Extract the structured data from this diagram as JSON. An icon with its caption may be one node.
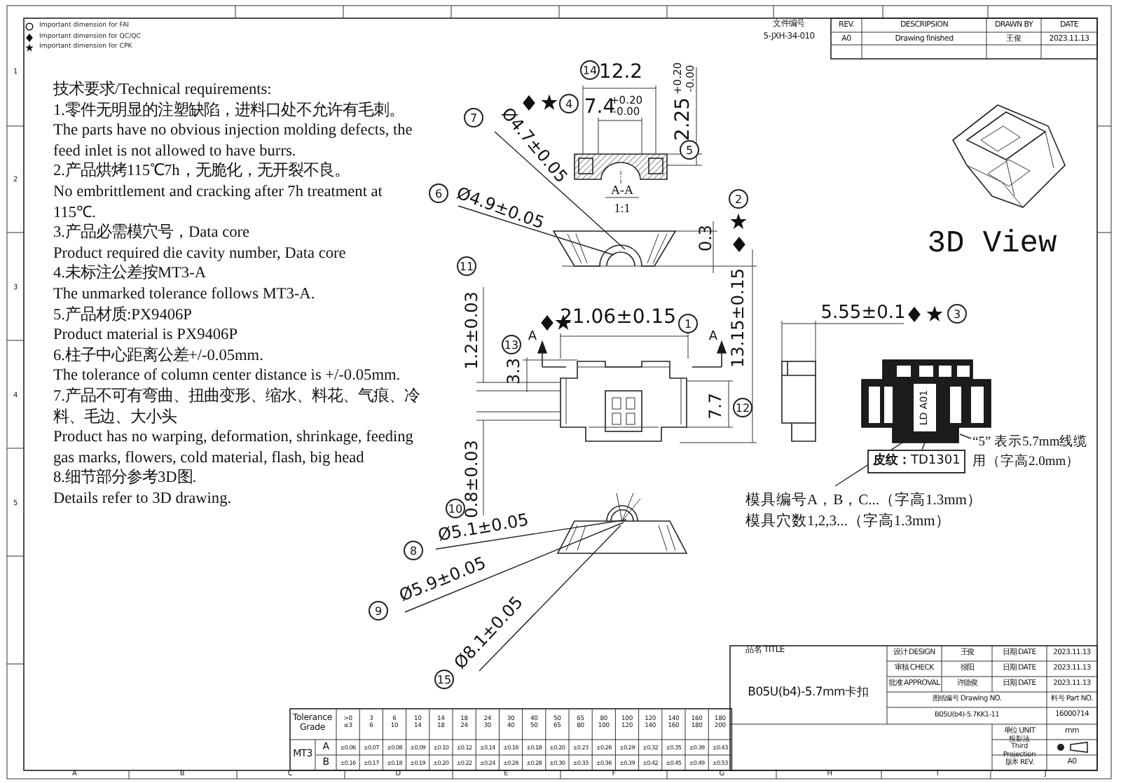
{
  "diagram": {
    "nodes": [
      {
        "text": [
          "Ø4.7±0.05"
        ]
      },
      {
        "text": [
          "Ø4.9±0.05"
        ]
      },
      {
        "text": [
          "Ø5.1±0.05"
        ]
      },
      {
        "text": [
          "Ø5.9±0.05"
        ]
      },
      {
        "text": [
          "Ø8.1±0.05"
        ]
      },
      {
        "text": [
          "模具编号A，B，C...（字高1.3mm）",
          "模具穴数1,2,3...（字高1.3mm）"
        ]
      },
      {
        "text": [
          "**皮纹：**TD1301"
        ]
      },
      {
        "text": [
          "“5” 表示5.7mm线缆用（字高2.0mm）"
        ]
      },
      {
        "text": [],
        "shape": "picture"
      },
      {
        "text": [],
        "shape": "picture"
      },
      {
        "text": [],
        "shape": "picture"
      }
    ],
    "edges": [
      {
        "from": 0,
        "to": 8,
        "arrow": "none"
      },
      {
        "from": 1,
        "to": 8,
        "arrow": "none"
      },
      {
        "from": 2,
        "to": 9,
        "arrow": "none"
      },
      {
        "from": 3,
        "to": 9,
        "arrow": "none"
      },
      {
        "from": 4,
        "to": 9,
        "arrow": "none"
      },
      {
        "from": 5,
        "to": 10,
        "arrow": "none"
      },
      {
        "from": 6,
        "to": 10,
        "arrow": "none"
      },
      {
        "from": 7,
        "to": 10,
        "arrow": "none"
      }
    ],
    "labels": [
      "技术要求/Technical requirements:",
      "1.零件无明显的注塑缺陷，进料口处不允许有毛刺。",
      "The parts have no obvious injection molding defects, the feed inlet is not allowed to have burrs.",
      "2.产品烘烤115℃7h，无脆化，无开裂不良。",
      "No embrittlement and cracking after 7h treatment at 115℃.",
      "3.产品必需模穴号，Data core",
      "Product required die cavity number, Data core",
      "4.未标注公差按MT3-A",
      "The unmarked tolerance follows MT3-A.",
      "5.产品材质:PX9406P",
      "Product material is PX9406P",
      "6.柱子中心距离公差+/-0.05mm.",
      "The tolerance of column center distance is +/-0.05mm.",
      "7.产品不可有弯曲、扭曲变形、缩水、料花、气痕、冷料、毛边、大小头",
      "Product has no warping, deformation, shrinkage, feeding gas marks, flowers, cold material, flash, big head",
      "8.细节部分参考3D图.",
      "Details refer to 3D drawing.",
      "文件编号",
      "5-JXH-34-010",
      "REV.",
      "DESCRIPSION",
      "DRAWN BY",
      "DATE",
      "A0",
      "Drawing finished",
      "王俊",
      "2023.11.13",
      "12.2",
      "7.4",
      "+0.20",
      "-0.00",
      "2.25",
      "+0.20",
      "-0.00",
      "A-A",
      "1:1",
      "0.3",
      "13.15±0.15",
      "21.06±0.15",
      "A",
      "A",
      "1.2±0.03",
      "3.3",
      "7.7",
      "0.8±0.03",
      "5.55±0.1",
      "3D View",
      "14",
      "4",
      "7",
      "6",
      "2",
      "11",
      "13",
      "1",
      "12",
      "3",
      "5",
      "10",
      "8",
      "9",
      "15",
      "LD A01",
      "Tolerance Grade",
      ">0 ≤3",
      "3 6",
      "6 10",
      "10 14",
      "14 18",
      "18 24",
      "24 30",
      "30 40",
      "40 50",
      "50 65",
      "65 80",
      "80 100",
      "100 120",
      "120 140",
      "140 160",
      "160 180",
      "180 200",
      "MT3",
      "A",
      "±0.06",
      "±0.07",
      "±0.08",
      "±0.09",
      "±0.10",
      "±0.12",
      "±0.14",
      "±0.16",
      "±0.18",
      "±0.20",
      "±0.23",
      "±0.26",
      "±0.29",
      "±0.32",
      "±0.35",
      "±0.39",
      "±0.43",
      "B",
      "±0.16",
      "±0.17",
      "±0.18",
      "±0.19",
      "±0.20",
      "±0.22",
      "±0.24",
      "±0.26",
      "±0.28",
      "±0.30",
      "±0.33",
      "±0.36",
      "±0.39",
      "±0.42",
      "±0.45",
      "±0.49",
      "±0.53",
      "品名 TITLE",
      "B05U(b4)-5.7mm卡扣",
      "设计 DESIGN",
      "王俊",
      "日期 DATE",
      "2023.11.13",
      "审核 CHECK",
      "徐阳",
      "日期 DATE",
      "2023.11.13",
      "批准 APPROVAL",
      "许德俊",
      "日期 DATE",
      "2023.11.13",
      "图纸编号 Drawing NO.",
      "料号 Part NO.",
      "B05U(b4)-5.7KK1-11",
      "16000714",
      "单位 UNIT",
      "mm",
      "投影法 Third Projection",
      "版本 REV.",
      "A0",
      "A",
      "B",
      "C",
      "D",
      "E",
      "F",
      "G",
      "H",
      "I",
      "J",
      "1",
      "2",
      "3",
      "4",
      "5"
    ],
    "legend": [
      {
        "text": "Important dimension for FAI"
      },
      {
        "text": "Important dimension for QC/QC"
      },
      {
        "text": "Important dimension for CPK"
      }
    ]
  }
}
